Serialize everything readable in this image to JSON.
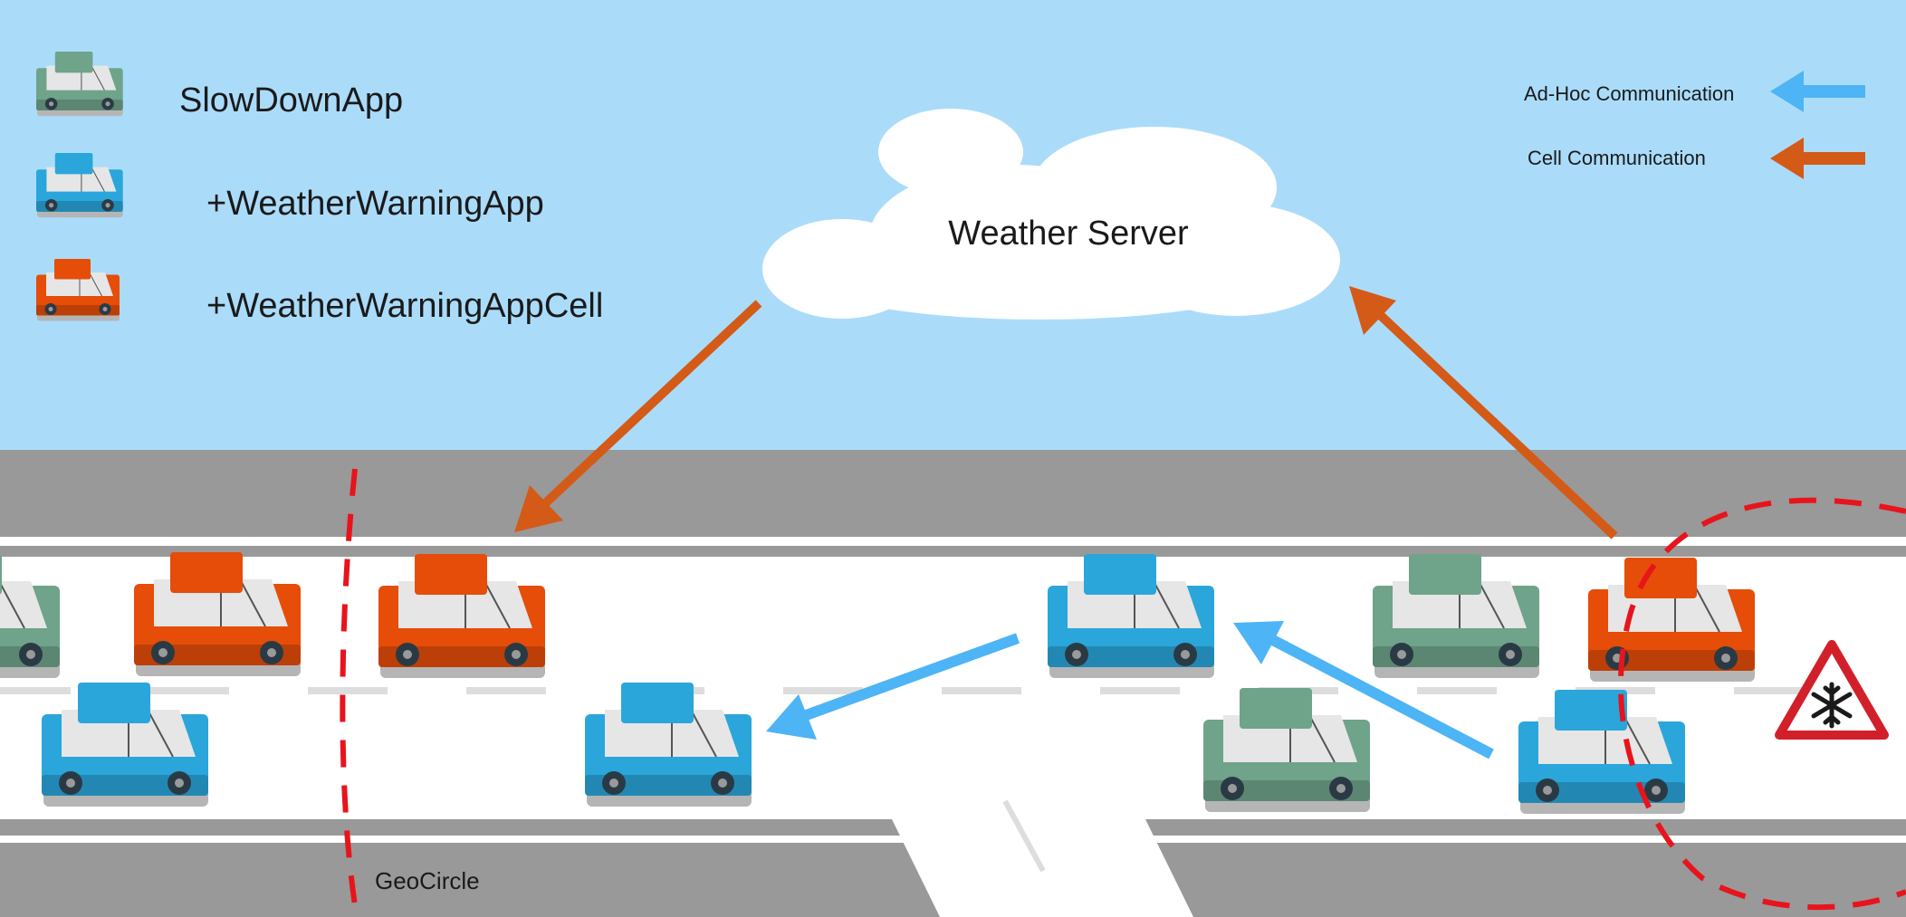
{
  "legend": {
    "apps": [
      {
        "label": "SlowDownApp",
        "color": "#6fa38a"
      },
      {
        "label": "+WeatherWarningApp",
        "color": "#2aa6da"
      },
      {
        "label": "+WeatherWarningAppCell",
        "color": "#e54d08"
      }
    ],
    "communication": [
      {
        "label": "Ad-Hoc Communication",
        "color": "#4db4f5"
      },
      {
        "label": "Cell Communication",
        "color": "#d45a18"
      }
    ]
  },
  "cloud": {
    "label": "Weather Server"
  },
  "geocircle": {
    "label": "GeoCircle",
    "color": "#e8141c"
  },
  "warning_sign": {
    "icon": "snowflake-warning-icon",
    "color": "#d2202a"
  },
  "colors": {
    "sky": "#aadcfa",
    "road": "#ffffff",
    "shoulder": "#999999",
    "car_slowdown": "#6fa38a",
    "car_weather": "#2aa6da",
    "car_cell": "#e54d08"
  }
}
